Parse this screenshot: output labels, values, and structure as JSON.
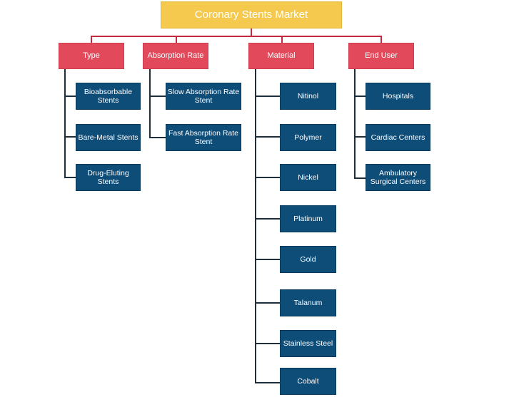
{
  "title": "Coronary Stents Market",
  "categories": [
    {
      "label": "Type",
      "items": [
        "Bioabsorbable Stents",
        "Bare-Metal Stents",
        "Drug-Eluting Stents"
      ]
    },
    {
      "label": "Absorption Rate",
      "items": [
        "Slow Absorption Rate Stent",
        "Fast Absorption Rate Stent"
      ]
    },
    {
      "label": "Material",
      "items": [
        "Nitinol",
        "Polymer",
        "Nickel",
        "Platinum",
        "Gold",
        "Talanum",
        "Stainless Steel",
        "Cobalt"
      ]
    },
    {
      "label": "End User",
      "items": [
        "Hospitals",
        "Cardiac Centers",
        "Ambulatory Surgical Centers"
      ]
    }
  ],
  "colors": {
    "root": "#f5c94e",
    "category": "#e24a5c",
    "leaf": "#0f4d79",
    "connector_top": "#c8283f",
    "connector_branch": "#1e2e3a"
  }
}
